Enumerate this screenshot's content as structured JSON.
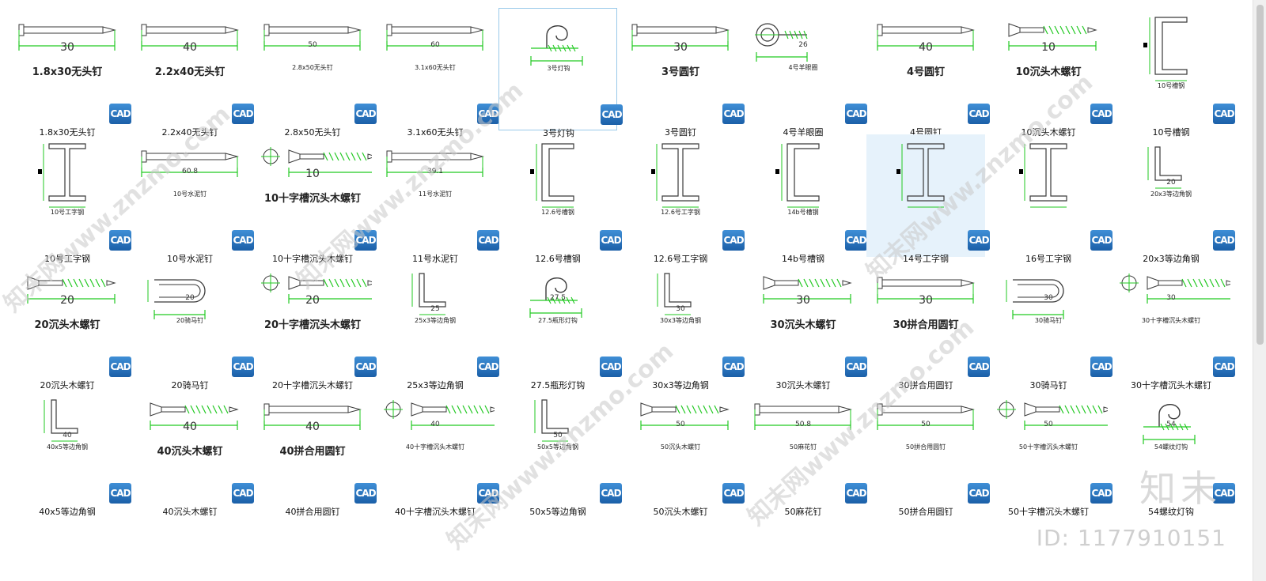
{
  "colors": {
    "drawing": "#22c922",
    "ink": "#3a3a3a",
    "selection": "#99c9ea",
    "badge": "#1f6cb8"
  },
  "badge_label": "CAD",
  "watermark": {
    "brand": "知末",
    "id": "ID: 1177910151",
    "diagonal": "知末网www.znzmo.com"
  },
  "rows": [
    [
      {
        "caption": "1.8x30无头钉",
        "kind": "nail",
        "dim": "30",
        "drawing_label": "1.8x30无头钉",
        "big": true
      },
      {
        "caption": "2.2x40无头钉",
        "kind": "nail",
        "dim": "40",
        "drawing_label": "2.2x40无头钉",
        "big": true
      },
      {
        "caption": "2.8x50无头钉",
        "kind": "nail",
        "dim": "50",
        "drawing_label": "2.8x50无头钉"
      },
      {
        "caption": "3.1x60无头钉",
        "kind": "nail",
        "dim": "60",
        "drawing_label": "3.1x60无头钉"
      },
      {
        "caption": "3号灯钩",
        "kind": "hook",
        "dim": "",
        "drawing_label": "3号灯钩",
        "selected": true
      },
      {
        "caption": "3号圆钉",
        "kind": "nail",
        "dim": "30",
        "drawing_label": "3号圆钉",
        "big": true
      },
      {
        "caption": "4号羊眼圈",
        "kind": "eye",
        "dim": "26",
        "drawing_label": "4号羊眼圈"
      },
      {
        "caption": "4号圆钉",
        "kind": "nail",
        "dim": "40",
        "drawing_label": "4号圆钉",
        "big": true
      },
      {
        "caption": "10沉头木螺钉",
        "kind": "screw",
        "dim": "10",
        "drawing_label": "10沉头木螺钉",
        "big": true
      },
      {
        "caption": "10号槽钢",
        "kind": "channel",
        "dim": "",
        "drawing_label": "10号槽钢"
      }
    ],
    [
      {
        "caption": "10号工字钢",
        "kind": "ibeam",
        "dim": "",
        "drawing_label": "10号工字钢"
      },
      {
        "caption": "10号水泥钉",
        "kind": "nail",
        "dim": "60.8",
        "drawing_label": "10号水泥钉"
      },
      {
        "caption": "10十字槽沉头木螺钉",
        "kind": "xscrew",
        "dim": "10",
        "drawing_label": "10十字槽沉头木螺钉",
        "big": true
      },
      {
        "caption": "11号水泥钉",
        "kind": "nail",
        "dim": "39.1",
        "drawing_label": "11号水泥钉"
      },
      {
        "caption": "12.6号槽钢",
        "kind": "channel",
        "dim": "",
        "drawing_label": "12.6号槽钢"
      },
      {
        "caption": "12.6号工字钢",
        "kind": "ibeam",
        "dim": "",
        "drawing_label": "12.6号工字钢"
      },
      {
        "caption": "14b号槽钢",
        "kind": "channel",
        "dim": "",
        "drawing_label": "14b号槽钢"
      },
      {
        "caption": "14号工字钢",
        "kind": "ibeam",
        "dim": "",
        "drawing_label": "",
        "hover": true
      },
      {
        "caption": "16号工字钢",
        "kind": "ibeam",
        "dim": "",
        "drawing_label": ""
      },
      {
        "caption": "20x3等边角钢",
        "kind": "angle",
        "dim": "20",
        "drawing_label": "20x3等边角钢"
      }
    ],
    [
      {
        "caption": "20沉头木螺钉",
        "kind": "screw",
        "dim": "20",
        "drawing_label": "20沉头木螺钉",
        "big": true
      },
      {
        "caption": "20骑马钉",
        "kind": "staple",
        "dim": "20",
        "drawing_label": "20骑马钉"
      },
      {
        "caption": "20十字槽沉头木螺钉",
        "kind": "xscrew",
        "dim": "20",
        "drawing_label": "20十字槽沉头木螺钉",
        "big": true
      },
      {
        "caption": "25x3等边角钢",
        "kind": "angle",
        "dim": "25",
        "drawing_label": "25x3等边角钢"
      },
      {
        "caption": "27.5瓶形灯钩",
        "kind": "hook",
        "dim": "27.5",
        "drawing_label": "27.5瓶形灯钩"
      },
      {
        "caption": "30x3等边角钢",
        "kind": "angle",
        "dim": "30",
        "drawing_label": "30x3等边角钢"
      },
      {
        "caption": "30沉头木螺钉",
        "kind": "screw",
        "dim": "30",
        "drawing_label": "30沉头木螺钉",
        "big": true
      },
      {
        "caption": "30拼合用圆钉",
        "kind": "nail",
        "dim": "30",
        "drawing_label": "30拼合用圆钉",
        "big": true
      },
      {
        "caption": "30骑马钉",
        "kind": "staple",
        "dim": "30",
        "drawing_label": "30骑马钉"
      },
      {
        "caption": "30十字槽沉头木螺钉",
        "kind": "xscrew",
        "dim": "30",
        "drawing_label": "30十字槽沉头木螺钉"
      }
    ],
    [
      {
        "caption": "40x5等边角钢",
        "kind": "angle",
        "dim": "40",
        "drawing_label": "40x5等边角钢"
      },
      {
        "caption": "40沉头木螺钉",
        "kind": "screw",
        "dim": "40",
        "drawing_label": "40沉头木螺钉",
        "big": true
      },
      {
        "caption": "40拼合用圆钉",
        "kind": "nail",
        "dim": "40",
        "drawing_label": "40拼合用圆钉",
        "big": true
      },
      {
        "caption": "40十字槽沉头木螺钉",
        "kind": "xscrew",
        "dim": "40",
        "drawing_label": "40十字槽沉头木螺钉"
      },
      {
        "caption": "50x5等边角钢",
        "kind": "angle",
        "dim": "50",
        "drawing_label": "50x5等边角钢"
      },
      {
        "caption": "50沉头木螺钉",
        "kind": "screw",
        "dim": "50",
        "drawing_label": "50沉头木螺钉"
      },
      {
        "caption": "50麻花钉",
        "kind": "nail",
        "dim": "50.8",
        "drawing_label": "50麻花钉"
      },
      {
        "caption": "50拼合用圆钉",
        "kind": "nail",
        "dim": "50",
        "drawing_label": "50拼合用圆钉"
      },
      {
        "caption": "50十字槽沉头木螺钉",
        "kind": "xscrew",
        "dim": "50",
        "drawing_label": "50十字槽沉头木螺钉"
      },
      {
        "caption": "54螺纹灯钩",
        "kind": "hook",
        "dim": "54",
        "drawing_label": "54螺纹灯钩"
      }
    ]
  ]
}
